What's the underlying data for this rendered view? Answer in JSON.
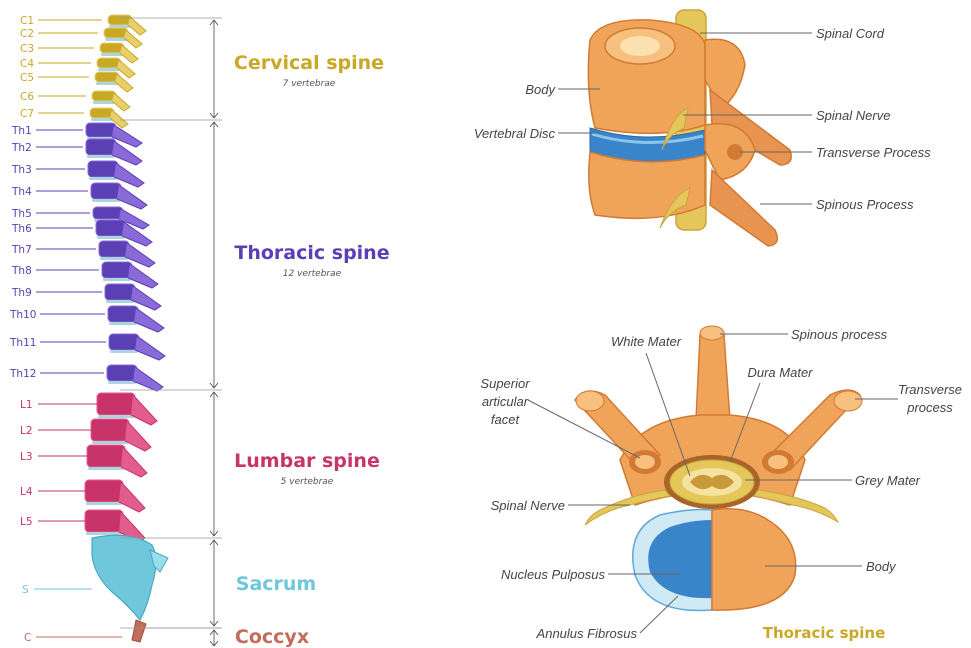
{
  "colors": {
    "cervical": "#c9a825",
    "thoracic": "#5b3fb5",
    "thoracic_light": "#8a6ad8",
    "lumbar": "#c8336a",
    "lumbar_light": "#e35c8e",
    "sacrum": "#6fc7dc",
    "coccyx": "#c26d5a",
    "disc": "#a9d4e0",
    "bone": "#f0a45a",
    "bone_dark": "#d27a34",
    "bone_light": "#f7c07e",
    "cord": "#e4c65a",
    "nucleus": "#3a84c9",
    "annulus": "#cfe9f5",
    "dim_line": "#999999",
    "leader": "#666666"
  },
  "vertebrae": [
    {
      "label": "C1",
      "region": "cervical"
    },
    {
      "label": "C2",
      "region": "cervical"
    },
    {
      "label": "C3",
      "region": "cervical"
    },
    {
      "label": "C4",
      "region": "cervical"
    },
    {
      "label": "C5",
      "region": "cervical"
    },
    {
      "label": "C6",
      "region": "cervical"
    },
    {
      "label": "C7",
      "region": "cervical"
    },
    {
      "label": "Th1",
      "region": "thoracic"
    },
    {
      "label": "Th2",
      "region": "thoracic"
    },
    {
      "label": "Th3",
      "region": "thoracic"
    },
    {
      "label": "Th4",
      "region": "thoracic"
    },
    {
      "label": "Th5",
      "region": "thoracic"
    },
    {
      "label": "Th6",
      "region": "thoracic"
    },
    {
      "label": "Th7",
      "region": "thoracic"
    },
    {
      "label": "Th8",
      "region": "thoracic"
    },
    {
      "label": "Th9",
      "region": "thoracic"
    },
    {
      "label": "Th10",
      "region": "thoracic"
    },
    {
      "label": "Th11",
      "region": "thoracic"
    },
    {
      "label": "Th12",
      "region": "thoracic"
    },
    {
      "label": "L1",
      "region": "lumbar"
    },
    {
      "label": "L2",
      "region": "lumbar"
    },
    {
      "label": "L3",
      "region": "lumbar"
    },
    {
      "label": "L4",
      "region": "lumbar"
    },
    {
      "label": "L5",
      "region": "lumbar"
    },
    {
      "label": "S",
      "region": "sacrum"
    },
    {
      "label": "C",
      "region": "coccyx"
    }
  ],
  "sections": [
    {
      "title": "Cervical spine",
      "subtitle": "7 vertebrae",
      "region": "cervical"
    },
    {
      "title": "Thoracic spine",
      "subtitle": "12 vertebrae",
      "region": "thoracic"
    },
    {
      "title": "Lumbar spine",
      "subtitle": "5 vertebrae",
      "region": "lumbar"
    },
    {
      "title": "Sacrum",
      "subtitle": "",
      "region": "sacrum"
    },
    {
      "title": "Coccyx",
      "subtitle": "",
      "region": "coccyx"
    }
  ],
  "side_view_labels": {
    "spinal_cord": "Spinal Cord",
    "body": "Body",
    "spinal_nerve": "Spinal Nerve",
    "vertebral_disc": "Vertebral Disc",
    "transverse_process": "Transverse Process",
    "spinous_process": "Spinous Process"
  },
  "top_view_labels": {
    "spinous_process": "Spinous process",
    "white_mater": "White Mater",
    "dura_mater": "Dura Mater",
    "superior_articular_facet": [
      "Superior",
      "articular",
      "facet"
    ],
    "transverse_process": [
      "Transverse",
      "process"
    ],
    "grey_mater": "Grey Mater",
    "spinal_nerve": "Spinal Nerve",
    "body": "Body",
    "nucleus_pulposus": "Nucleus Pulposus",
    "annulus_fibrosus": "Annulus Fibrosus"
  },
  "top_view_title": "Thoracic spine"
}
